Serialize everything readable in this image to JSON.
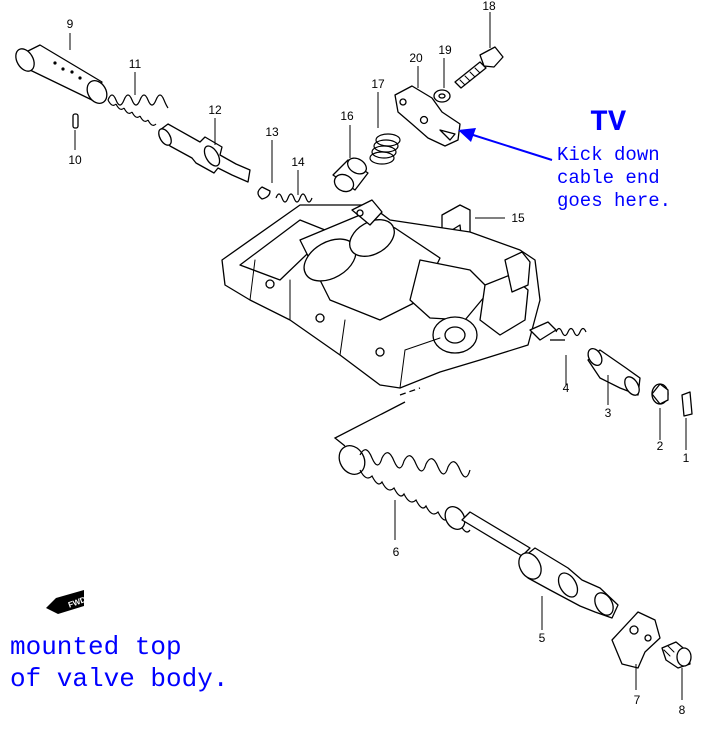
{
  "labels": {
    "p1": "1",
    "p2": "2",
    "p3": "3",
    "p4": "4",
    "p5": "5",
    "p6": "6",
    "p7": "7",
    "p8": "8",
    "p9": "9",
    "p10": "10",
    "p11": "11",
    "p12": "12",
    "p13": "13",
    "p14": "14",
    "p15": "15",
    "p16": "16",
    "p17": "17",
    "p18": "18",
    "p19": "19",
    "p20": "20"
  },
  "annotation": {
    "title": "TV",
    "line1": "Kick down",
    "line2": "cable end",
    "line3": "goes here.",
    "color": "#0000ff"
  },
  "footer": {
    "line1": "mounted top",
    "line2": "of valve body.",
    "color": "#0000ff"
  },
  "badge": {
    "label": "FWD"
  }
}
